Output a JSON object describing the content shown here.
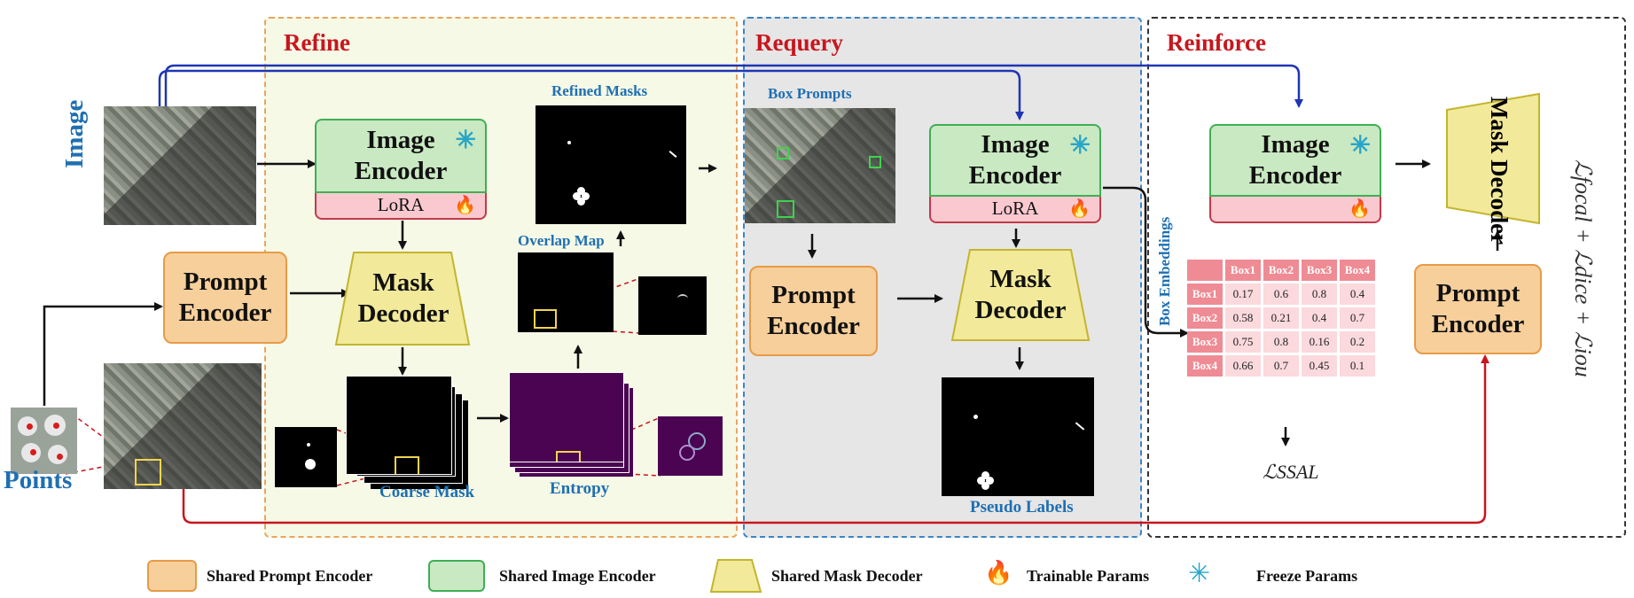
{
  "sections": {
    "refine": "Refine",
    "requery": "Requery",
    "reinforce": "Reinforce"
  },
  "left": {
    "image_label": "Image",
    "points_label": "Points"
  },
  "refine": {
    "prompt_encoder": "Prompt Encoder",
    "image_encoder": "Image Encoder",
    "lora": "LoRA",
    "mask_decoder": "Mask Decoder",
    "refined_masks": "Refined  Masks",
    "overlap_map": "Overlap Map",
    "coarse_mask": "Coarse Mask",
    "entropy": "Entropy"
  },
  "requery": {
    "box_prompts": "Box  Prompts",
    "prompt_encoder": "Prompt Encoder",
    "image_encoder": "Image Encoder",
    "lora": "LoRA",
    "mask_decoder": "Mask Decoder",
    "pseudo_labels": "Pseudo Labels"
  },
  "reinforce": {
    "image_encoder": "Image Encoder",
    "mask_decoder": "Mask Decoder",
    "prompt_encoder": "Prompt Encoder",
    "box_embeddings": "Box Embeddings",
    "ssal_loss": "ℒSSAL",
    "total_loss": "ℒfocal + ℒdice + ℒiou",
    "table": {
      "headers": [
        "Box1",
        "Box2",
        "Box3",
        "Box4"
      ],
      "rows": [
        {
          "label": "Box1",
          "values": [
            "0.17",
            "0.6",
            "0.8",
            "0.4"
          ]
        },
        {
          "label": "Box2",
          "values": [
            "0.58",
            "0.21",
            "0.4",
            "0.7"
          ]
        },
        {
          "label": "Box3",
          "values": [
            "0.75",
            "0.8",
            "0.16",
            "0.2"
          ]
        },
        {
          "label": "Box4",
          "values": [
            "0.66",
            "0.7",
            "0.45",
            "0.1"
          ]
        }
      ]
    }
  },
  "legend": {
    "prompt_encoder": "Shared Prompt Encoder",
    "image_encoder": "Shared Image Encoder",
    "mask_decoder": "Shared Mask Decoder",
    "trainable": "Trainable Params",
    "freeze": "Freeze Params"
  },
  "colors": {
    "refine_bg": "#f5f9e6",
    "requery_bg": "#e6e6e6",
    "prompt_fill": "#f7cf9b",
    "encoder_fill": "#c9e9c2",
    "decoder_fill": "#f2e99a",
    "lora_fill": "#f9c9cf",
    "blue_arrow": "#1f35b4",
    "red_arrow": "#c8161d"
  }
}
